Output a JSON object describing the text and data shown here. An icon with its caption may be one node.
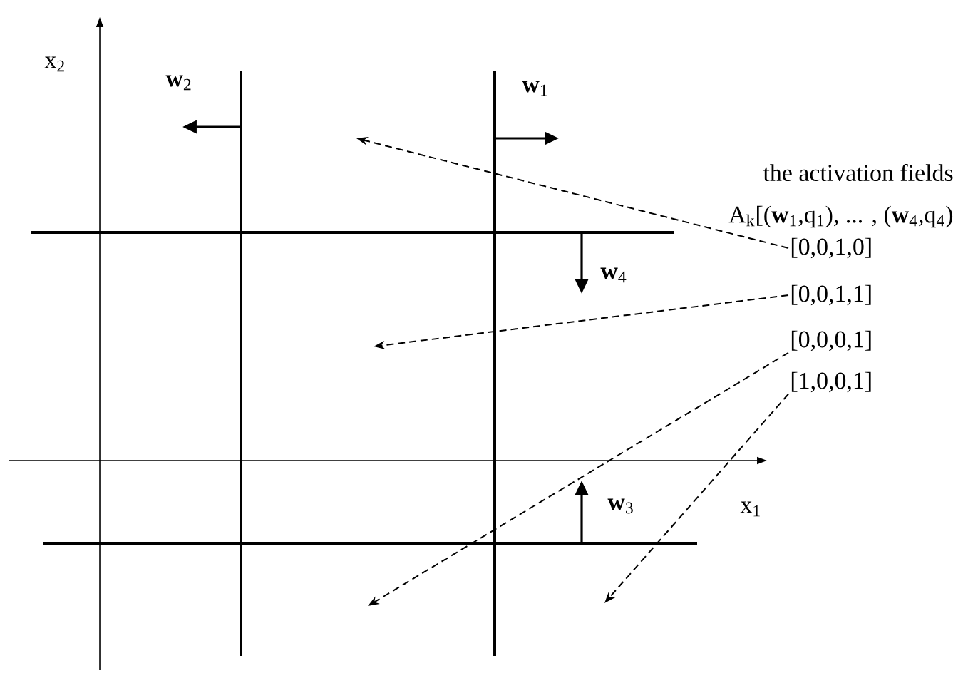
{
  "diagram": {
    "nodes": [
      {
        "text": [
          "[0,0,1,0]"
        ]
      },
      {
        "text": [
          "[0,0,1,1]"
        ]
      },
      {
        "text": [
          "[0,0,0,1]"
        ]
      },
      {
        "text": [
          "[1,0,0,1]"
        ]
      }
    ],
    "edges": [
      {
        "from": 0,
        "to": null,
        "arrow": "to",
        "style": "dashed"
      },
      {
        "from": 1,
        "to": null,
        "arrow": "to",
        "style": "dashed"
      },
      {
        "from": 2,
        "to": null,
        "arrow": "to",
        "style": "dashed"
      },
      {
        "from": 3,
        "to": null,
        "arrow": "to",
        "style": "dashed"
      }
    ],
    "labels": [
      "x$_{2}$",
      "**w**$_{2}$",
      "**w**$_{1}$",
      "the activation fields",
      "A$_{k}$[(**w**$_{1}$,q$_{1}$), ... , (**w**$_{4}$,q$_{4}$)",
      "**w**$_{4}$",
      "x$_{1}$",
      "**w**$_{3}$"
    ]
  }
}
